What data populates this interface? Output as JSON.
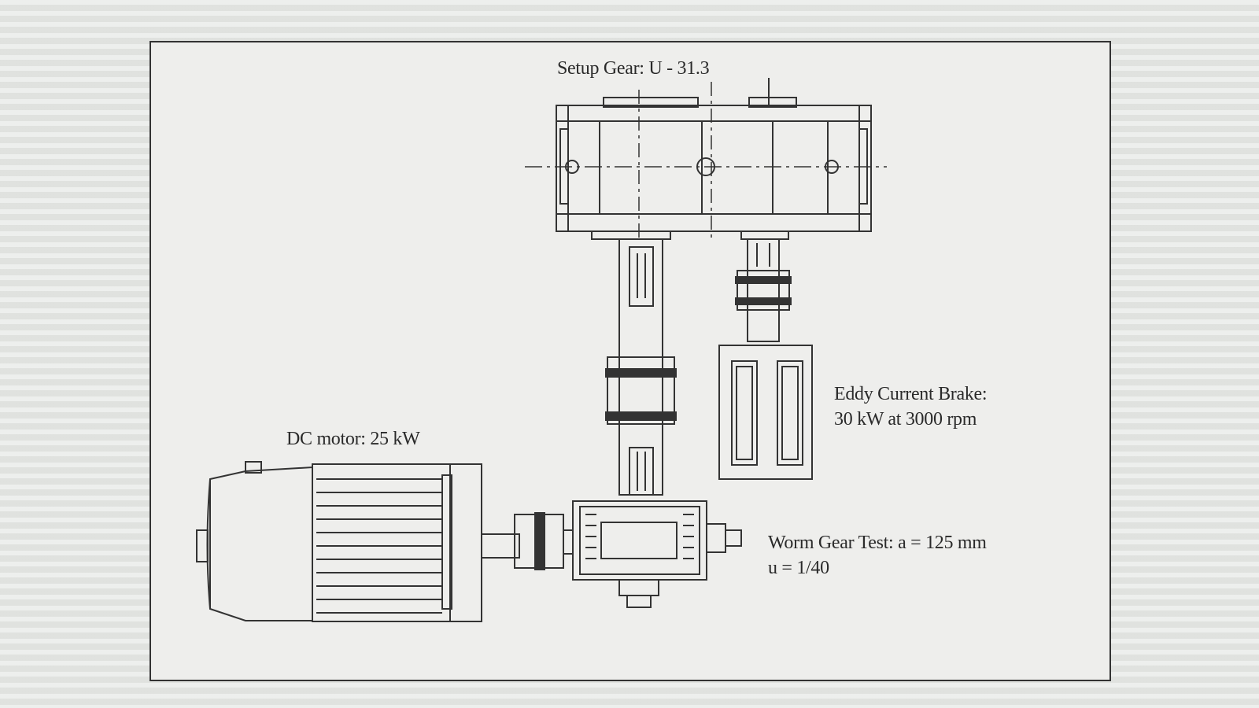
{
  "labels": {
    "setup_gear": "Setup Gear: U - 31.3",
    "eddy_brake_line1": "Eddy Current Brake:",
    "eddy_brake_line2": "30 kW at 3000 rpm",
    "dc_motor": "DC motor: 25 kW",
    "worm_gear_line1": "Worm Gear Test: a = 125 mm",
    "worm_gear_line2": "u = 1/40"
  }
}
